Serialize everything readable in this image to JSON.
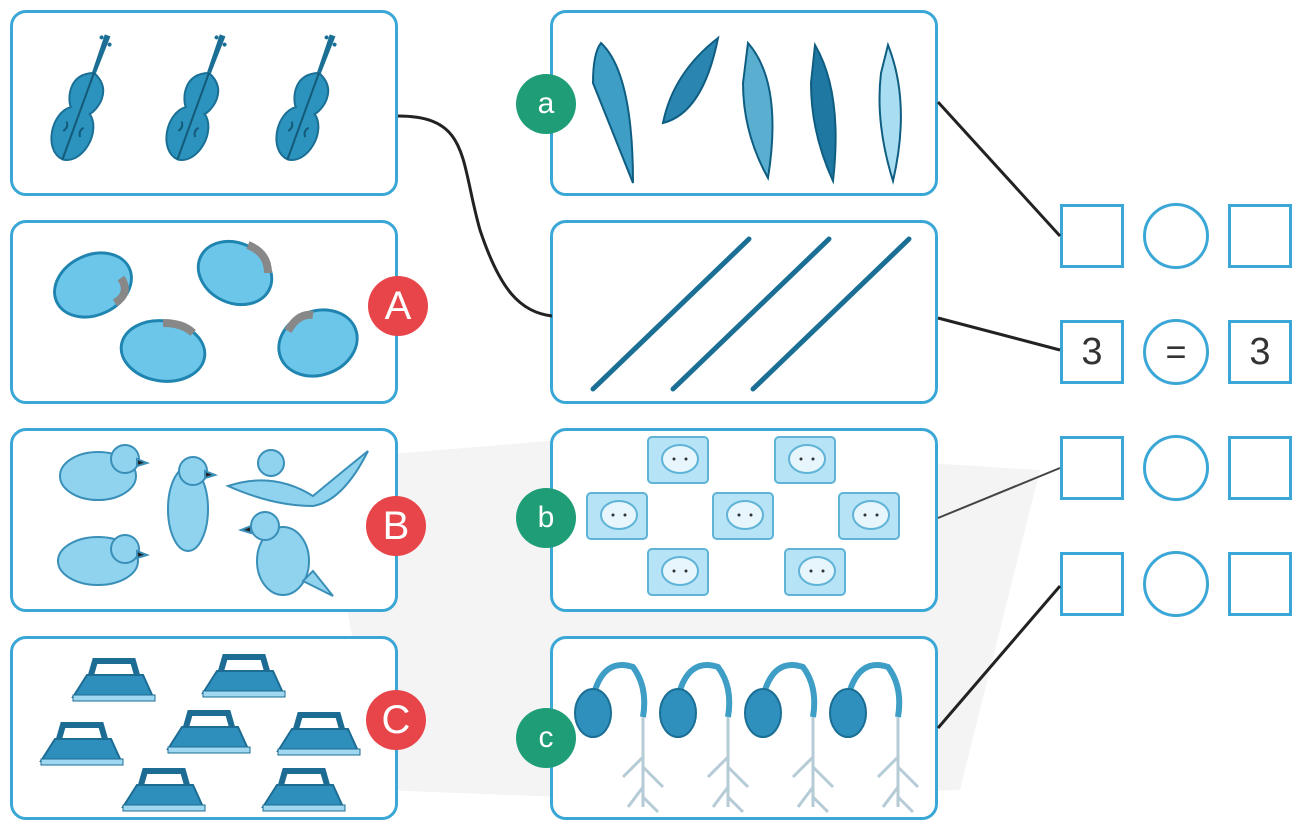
{
  "labels": {
    "A": "A",
    "B": "B",
    "C": "C",
    "a": "a",
    "b": "b",
    "c": "c"
  },
  "comparisons": [
    {
      "left": "",
      "sign": "",
      "right": ""
    },
    {
      "left": "3",
      "sign": "=",
      "right": "3"
    },
    {
      "left": "",
      "sign": "",
      "right": ""
    },
    {
      "left": "",
      "sign": "",
      "right": ""
    }
  ],
  "groups": {
    "violins": 3,
    "beans": 4,
    "birds": 5,
    "irons": 7,
    "feathers": 5,
    "sticks": 3,
    "sockets": 7,
    "flowers": 4
  },
  "icons": {
    "violins": "violin-icon",
    "beans": "bean-icon",
    "birds": "bird-icon",
    "irons": "iron-icon",
    "feathers": "feather-icon",
    "sticks": "stick-icon",
    "sockets": "socket-icon",
    "flowers": "flower-icon"
  },
  "colors": {
    "border": "#3aa7d6",
    "red_badge": "#e8454a",
    "green_badge": "#1e9d77",
    "line": "#222222"
  }
}
